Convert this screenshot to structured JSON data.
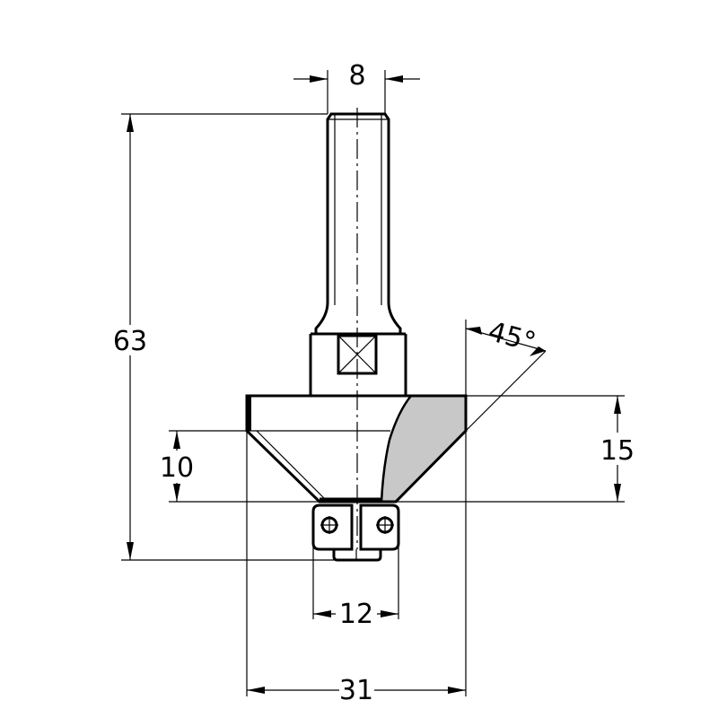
{
  "drawing": {
    "dimensions": {
      "shank_diameter": "8",
      "overall_length": "63",
      "cutting_height": "15",
      "chamfer_height": "10",
      "bearing_diameter": "12",
      "cutter_diameter": "31",
      "angle": "45°"
    },
    "colors": {
      "line": "#000000",
      "carbide_fill": "#c8c8c8",
      "background": "#ffffff"
    }
  }
}
